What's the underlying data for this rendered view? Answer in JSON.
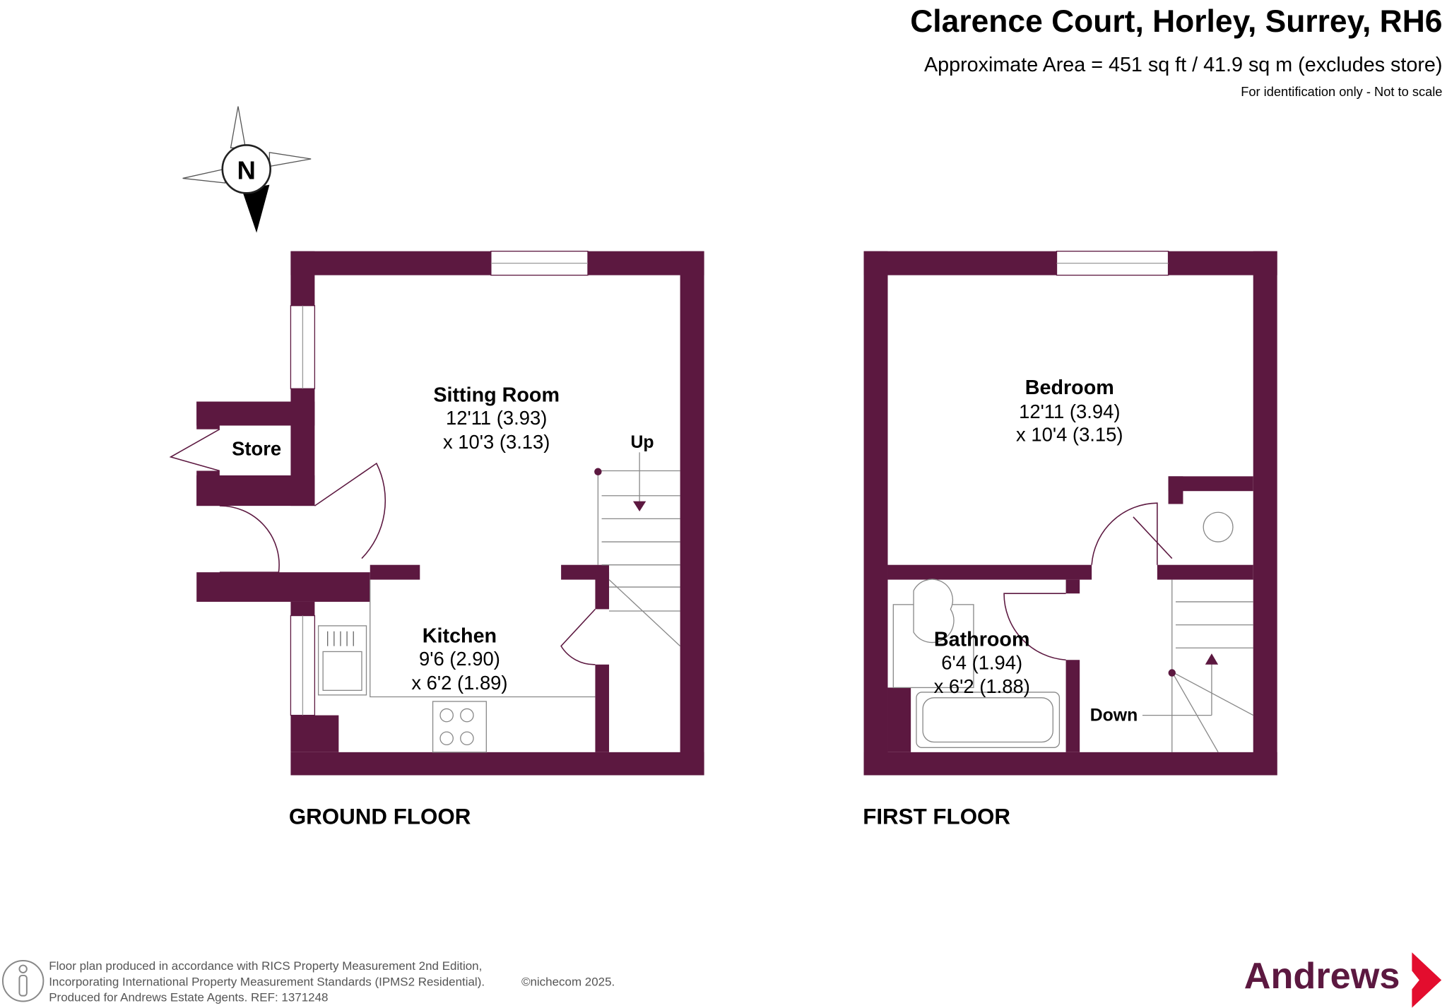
{
  "header": {
    "title": "Clarence Court, Horley, Surrey, RH6",
    "area": "Approximate Area = 451 sq ft / 41.9 sq m (excludes store)",
    "disclaimer": "For identification only - Not to scale"
  },
  "compass": {
    "label": "N"
  },
  "ground_floor": {
    "label": "GROUND FLOOR",
    "rooms": [
      {
        "name": "Sitting Room",
        "dim1": "12'11 (3.93)",
        "dim2": "x 10'3 (3.13)"
      },
      {
        "name": "Kitchen",
        "dim1": "9'6 (2.90)",
        "dim2": "x 6'2 (1.89)"
      },
      {
        "name": "Store"
      }
    ],
    "stairs_label": "Up"
  },
  "first_floor": {
    "label": "FIRST FLOOR",
    "rooms": [
      {
        "name": "Bedroom",
        "dim1": "12'11 (3.94)",
        "dim2": "x 10'4 (3.15)"
      },
      {
        "name": "Bathroom",
        "dim1": "6'4 (1.94)",
        "dim2": "x 6'2 (1.88)"
      }
    ],
    "stairs_label": "Down"
  },
  "footer": {
    "line1": "Floor plan produced in accordance with RICS Property Measurement 2nd Edition,",
    "line2": "Incorporating International Property Measurement Standards (IPMS2 Residential).",
    "copyright": "©nichecom 2025.",
    "line3": "Produced for Andrews Estate Agents.   REF: 1371248"
  },
  "logo": {
    "text": "Andrews"
  },
  "colors": {
    "wall": "#5c1840",
    "logo_text": "#5c1840",
    "logo_arrow": "#e30d2e"
  }
}
